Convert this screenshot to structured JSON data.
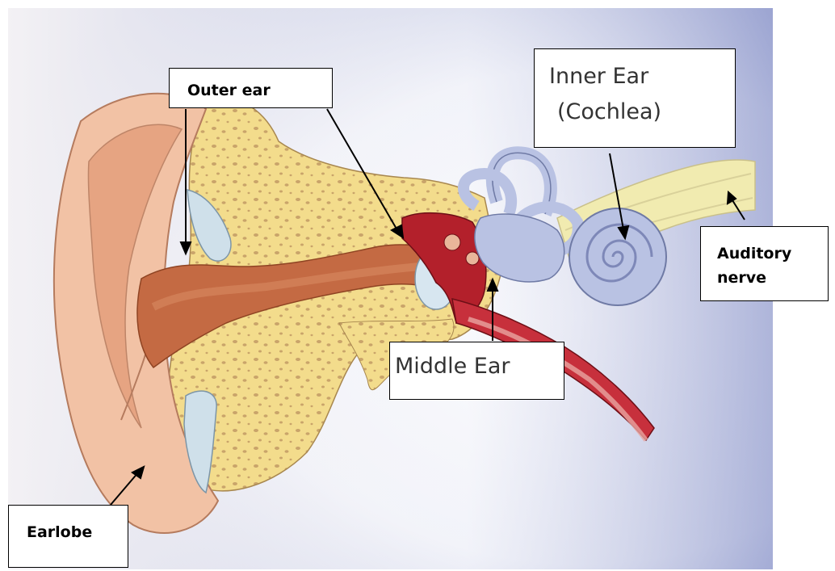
{
  "labels": {
    "outer_ear": "Outer ear",
    "inner_ear_line1": "Inner Ear",
    "inner_ear_line2": "(Cochlea)",
    "auditory_line1": "Auditory",
    "auditory_line2": "nerve",
    "middle_ear": "Middle Ear",
    "earlobe": "Earlobe"
  },
  "colors": {
    "skin": "#f2c2a5",
    "skin_dark": "#e59f7d",
    "canal": "#c46a43",
    "bone": "#f3dc8c",
    "bone_spots": "#c9a46a",
    "cochlea": "#b9c2e3",
    "middle_red": "#b3202b",
    "nerve": "#f1ebb0",
    "eardrum": "#d7e6f0"
  }
}
